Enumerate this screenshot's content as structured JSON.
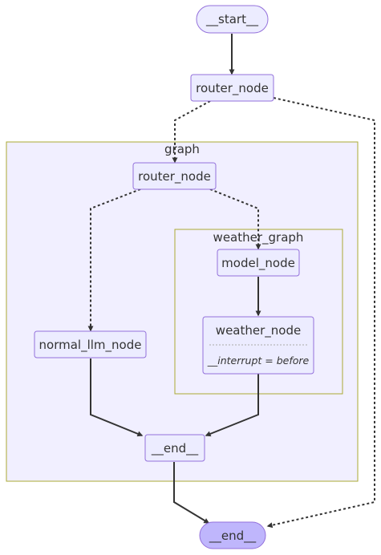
{
  "diagram": {
    "clusters": {
      "graph": "graph",
      "weather_graph": "weather_graph"
    },
    "nodes": {
      "start": "__start__",
      "router_outer": "router_node",
      "router_inner": "router_node",
      "model_node": "model_node",
      "weather_node": "weather_node",
      "weather_node_note": "__interrupt = before",
      "normal_llm_node": "normal_llm_node",
      "end_inner": "__end__",
      "end_outer": "__end__"
    },
    "colors": {
      "node_fill": "#ECECFF",
      "node_stroke": "#9370DB",
      "final_fill": "#bfb6fc",
      "cluster_fill": "#f1efff",
      "cluster_stroke": "#aaaa33",
      "edge": "#333333"
    }
  }
}
